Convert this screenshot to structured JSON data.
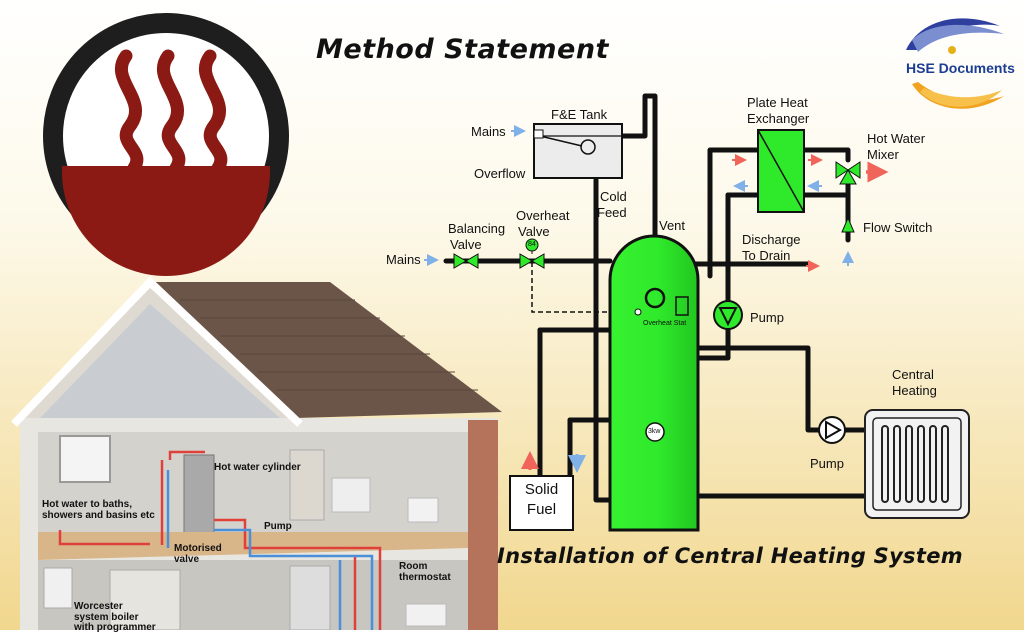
{
  "header": {
    "title": "Method Statement"
  },
  "footer": {
    "subtitle": "Installation of Central Heating System"
  },
  "logo": {
    "text": "HSE Documents",
    "colors": {
      "blue": "#2f3f9e",
      "orange": "#f1a21e"
    }
  },
  "heat_icon": {
    "name": "heating-hazard-icon",
    "colors": {
      "ring": "#1e1e1e",
      "fill": "#8b1a14"
    }
  },
  "diagram": {
    "labels": {
      "fe_tank": "F&E Tank",
      "mains_top": "Mains",
      "overflow": "Overflow",
      "cold_feed_1": "Cold",
      "cold_feed_2": "Feed",
      "vent": "Vent",
      "plate_heat_1": "Plate Heat",
      "plate_heat_2": "Exchanger",
      "hot_water_mixer_1": "Hot Water",
      "hot_water_mixer_2": "Mixer",
      "flow_switch": "Flow Switch",
      "mains_left": "Mains",
      "balancing_valve_1": "Balancing",
      "balancing_valve_2": "Valve",
      "overheat_valve_1": "Overheat",
      "overheat_valve_2": "Valve",
      "discharge_1": "Discharge",
      "discharge_2": "To Drain",
      "pump_upper": "Pump",
      "overheat_stat": "Overheat Stat",
      "element_rating": "3kw",
      "valve_rating": "84",
      "central_heating_1": "Central",
      "central_heating_2": "Heating",
      "pump_lower": "Pump",
      "solid_fuel_1": "Solid",
      "solid_fuel_2": "Fuel"
    },
    "colors": {
      "cylinder": "#2fe92b",
      "pipe": "#111111",
      "hot_arrow": "#f0645a",
      "cold_arrow": "#7fb0e8"
    }
  },
  "house": {
    "labels": {
      "hot_water_cylinder": "Hot water cylinder",
      "hot_water_to_baths_1": "Hot water to baths,",
      "hot_water_to_baths_2": "showers and basins etc",
      "pump": "Pump",
      "motorised_valve_1": "Motorised",
      "motorised_valve_2": "valve",
      "room_thermostat_1": "Room",
      "room_thermostat_2": "thermostat",
      "boiler_1": "Worcester",
      "boiler_2": "system boiler",
      "boiler_3": "with programmer"
    }
  }
}
